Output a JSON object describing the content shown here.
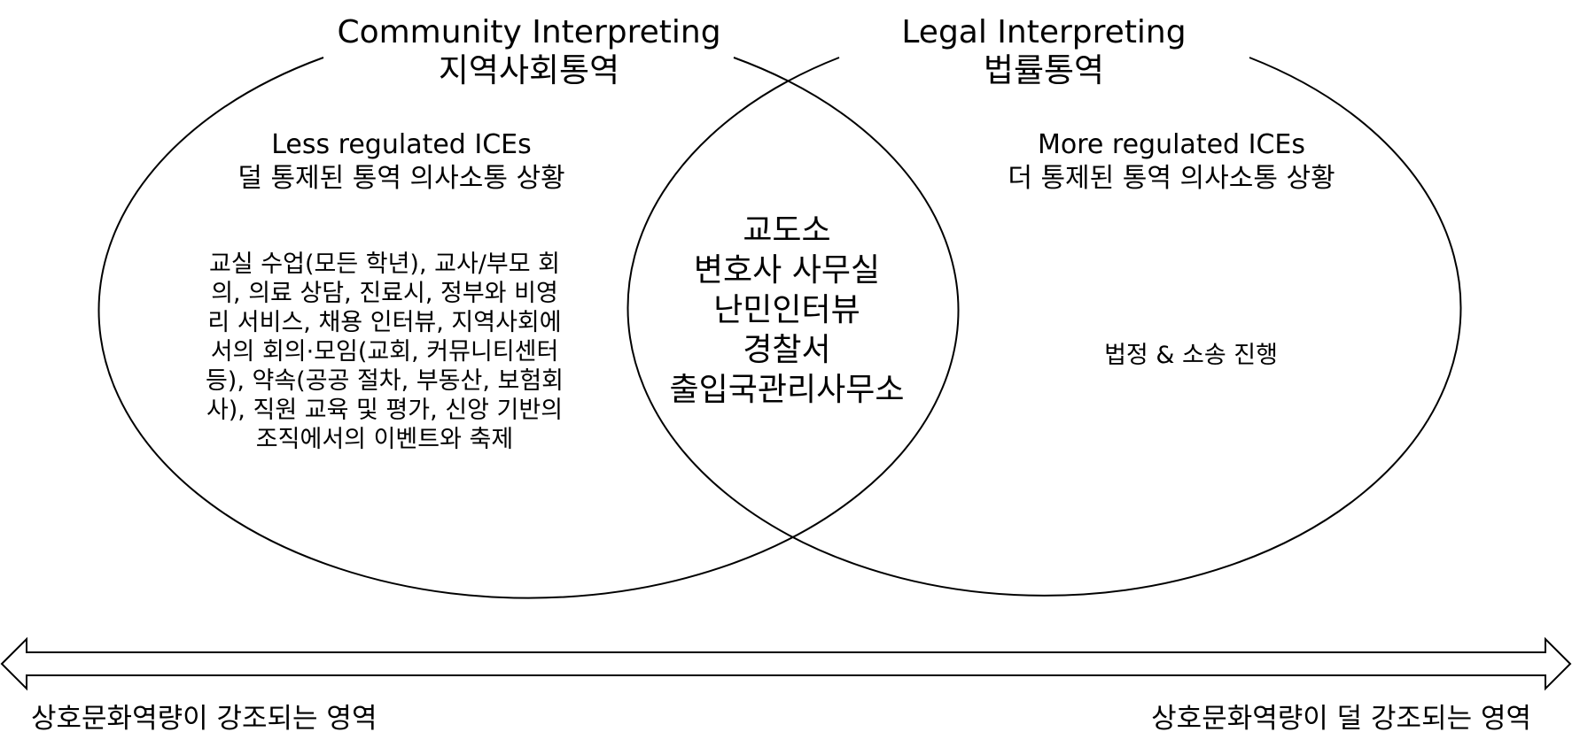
{
  "left_set": {
    "title_en": "Community Interpreting",
    "title_ko": "지역사회통역",
    "subtitle_en": "Less regulated ICEs",
    "subtitle_ko": "덜 통제된 통역 의사소통 상황",
    "examples": [
      "교실 수업(모든 학년), 교사/부모 회",
      "의, 의료 상담, 진료시, 정부와 비영",
      "리 서비스, 채용 인터뷰, 지역사회에",
      "서의 회의·모임(교회, 커뮤니티센터",
      "등), 약속(공공 절차, 부동산, 보험회",
      "사), 직원 교육 및 평가, 신앙 기반의",
      "조직에서의 이벤트와 축제"
    ]
  },
  "right_set": {
    "title_en": "Legal Interpreting",
    "title_ko": "법률통역",
    "subtitle_en": "More regulated ICEs",
    "subtitle_ko": "더 통제된 통역 의사소통 상황",
    "examples": [
      "법정 & 소송 진행"
    ]
  },
  "overlap": {
    "items": [
      "교도소",
      "변호사 사무실",
      "난민인터뷰",
      "경찰서",
      "출입국관리사무소"
    ]
  },
  "axis": {
    "left_label": "상호문화역량이 강조되는 영역",
    "right_label": "상호문화역량이 덜 강조되는 영역"
  },
  "colors": {
    "line": "#000000",
    "background": "#ffffff"
  }
}
